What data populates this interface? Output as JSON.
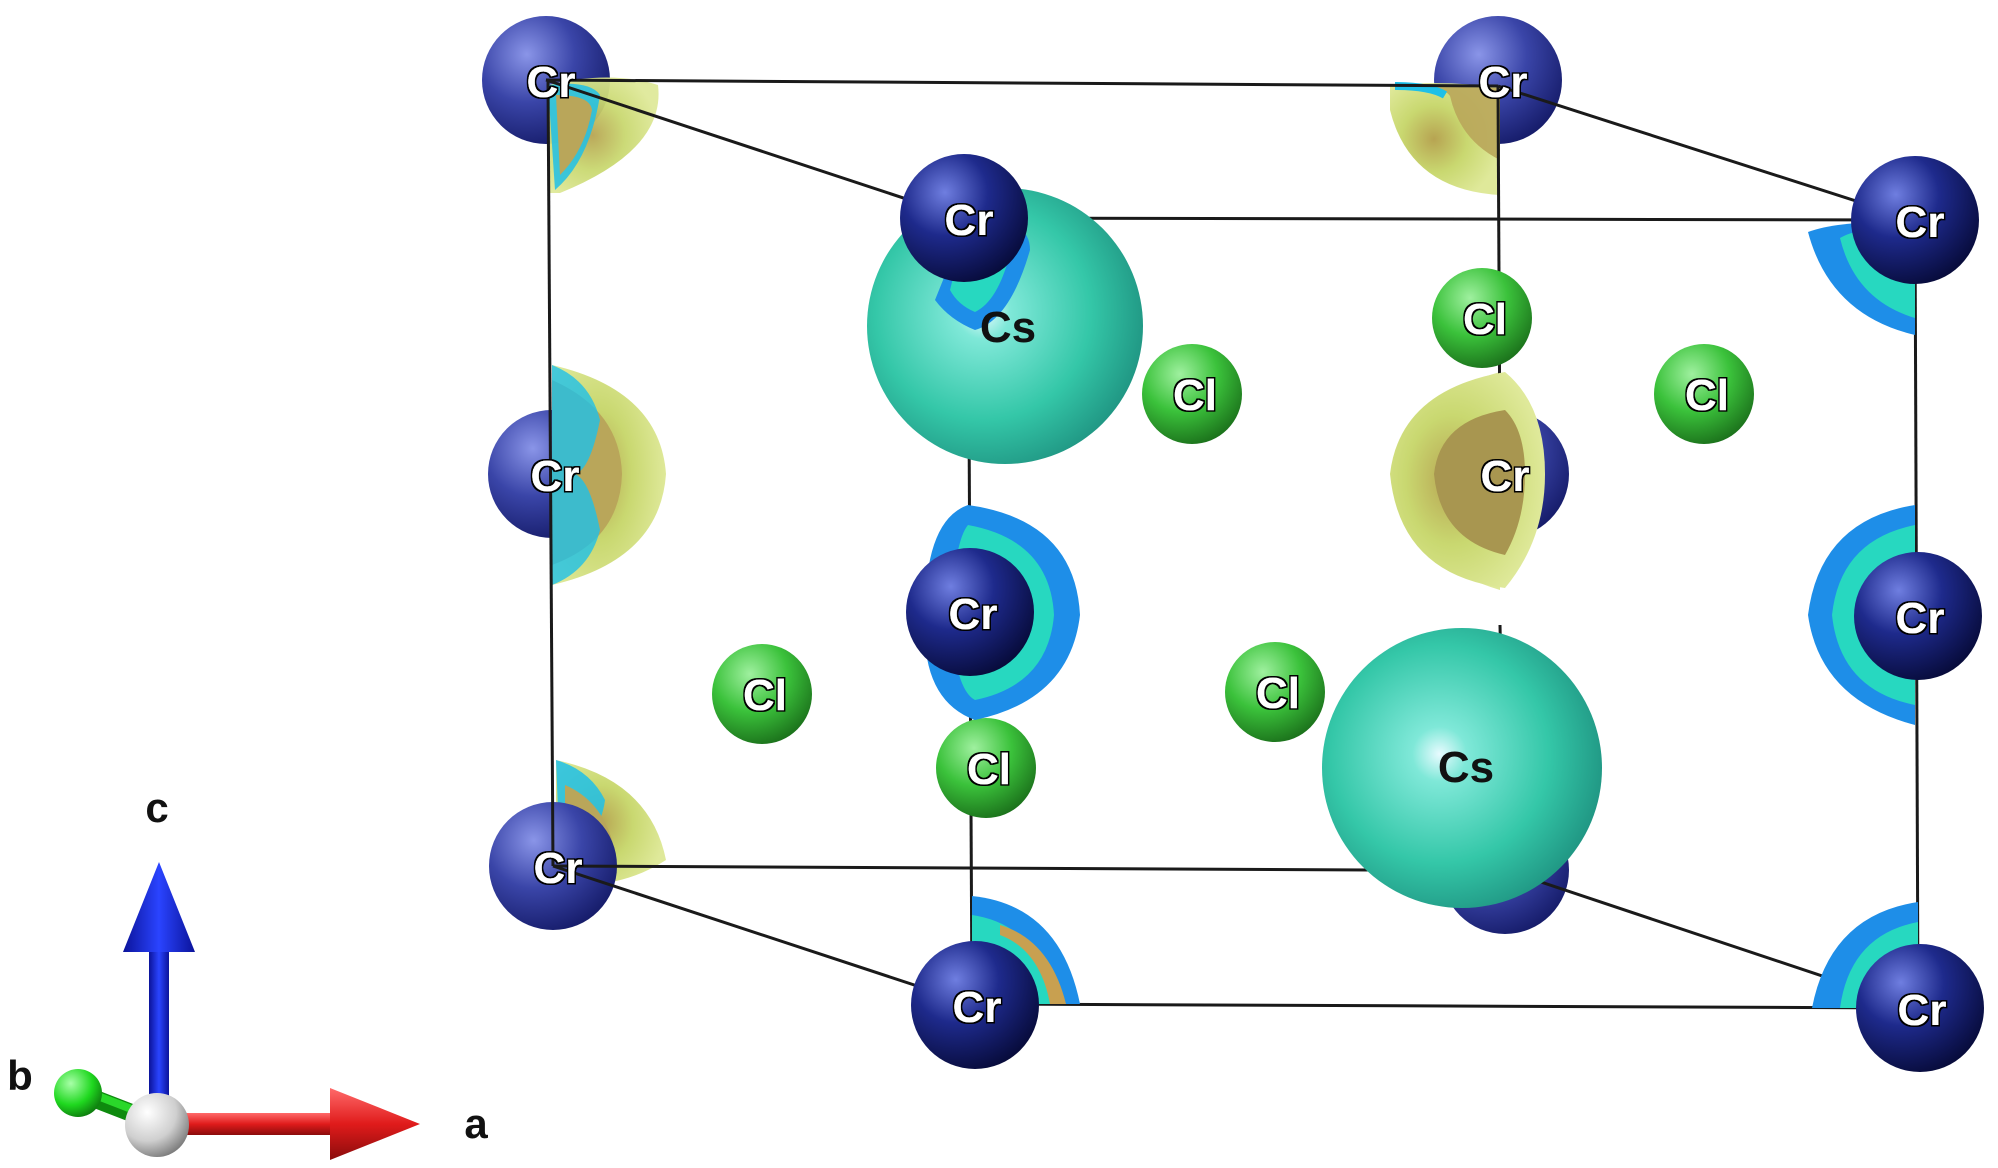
{
  "structure": {
    "elements": {
      "Cr": {
        "label": "Cr",
        "color": "#1e2a8c",
        "color_dark": "#0a0f4a"
      },
      "Cs": {
        "label": "Cs",
        "color": "#2fd3b0",
        "color_dark": "#1a7f72"
      },
      "Cl": {
        "label": "Cl",
        "color": "#3bc23b",
        "color_dark": "#1d7a1d"
      }
    },
    "isosurface_colors": {
      "outer": "#1eb4f0",
      "mid": "#27e0c4",
      "inner": "#c8d86a",
      "core": "#b9a65a"
    },
    "bond_color": "#1a1a1a"
  },
  "axes": {
    "a": {
      "label": "a",
      "color": "#e01b1b"
    },
    "b": {
      "label": "b",
      "color": "#1fc81f"
    },
    "c": {
      "label": "c",
      "color": "#1b2be0"
    },
    "origin_color": "#d0d0d0"
  }
}
